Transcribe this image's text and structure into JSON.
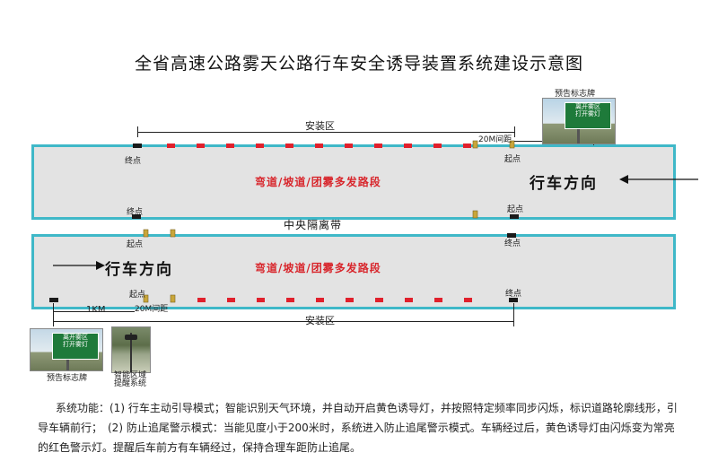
{
  "title": "全省高速公路雾天公路行车安全诱导装置系统建设示意图",
  "labels": {
    "install_zone": "安装区",
    "spacing_20m": "20M间距",
    "distance_1km": "1KM",
    "end_point": "终点",
    "start_point": "起点",
    "danger_zone": "弯道/坡道/团雾多发路段",
    "direction": "行车方向",
    "median": "中央隔离带",
    "warning_sign": "预告标志牌",
    "smart_sign": "智能区域\n提醒系统",
    "sign_header": "",
    "sign_line1": "离开雾区",
    "sign_line2": "打开雾灯"
  },
  "description": "系统功能：(1) 行车主动引导模式；智能识别天气环境，并自动开启黄色诱导灯，并按照特定频率同步闪烁，标识道路轮廓线形，引导车辆前行；　(2) 防止追尾警示模式：当能见度小于200米时，系统进入防止追尾警示模式。车辆经过后，黄色诱导灯由闪烁变为常亮的红色警示灯。提醒后车前方有车辆经过，保持合理车距防止追尾。",
  "colors": {
    "road_fill": "#e3e3e3",
    "road_border": "#3fb8c8",
    "red_light": "#e0202c",
    "yellow_light": "#c9a63a",
    "marker_black": "#1a1a1a",
    "sign_green": "#1e7a3a"
  }
}
